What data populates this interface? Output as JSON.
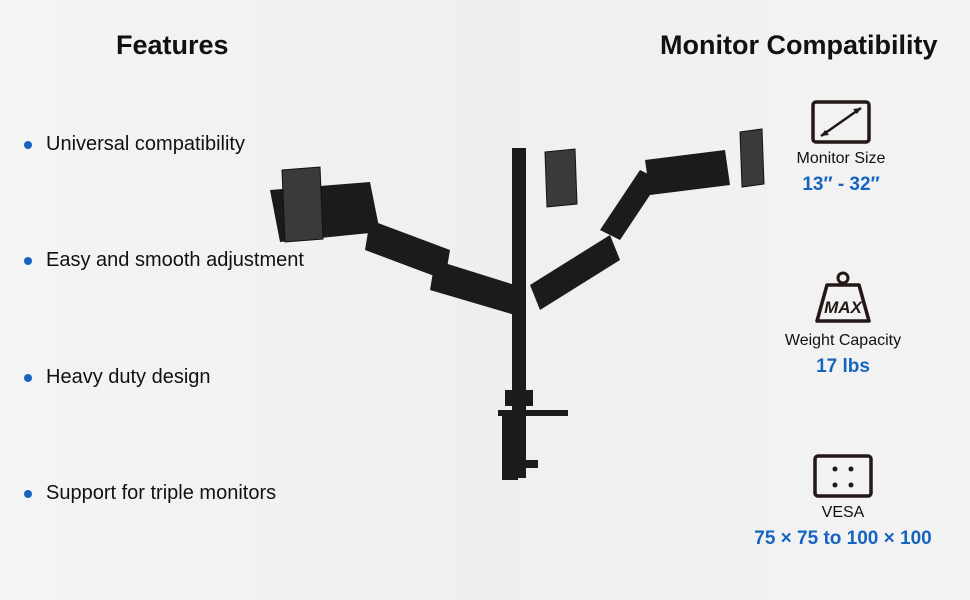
{
  "features": {
    "title": "Features",
    "items": [
      "Universal compatibility",
      "Easy and smooth adjustment",
      "Heavy duty design",
      "Support for triple monitors"
    ]
  },
  "compatibility": {
    "title": "Monitor Compatibility",
    "specs": [
      {
        "icon": "monitor-size-icon",
        "label": "Monitor Size",
        "value": "13″ - 32″"
      },
      {
        "icon": "weight-max-icon",
        "label": "Weight Capacity",
        "value": "17 lbs",
        "icon_text": "MAX"
      },
      {
        "icon": "vesa-icon",
        "label": "VESA",
        "value": "75 × 75 to 100 × 100"
      }
    ]
  },
  "colors": {
    "accent": "#1565c0",
    "text": "#111111"
  }
}
